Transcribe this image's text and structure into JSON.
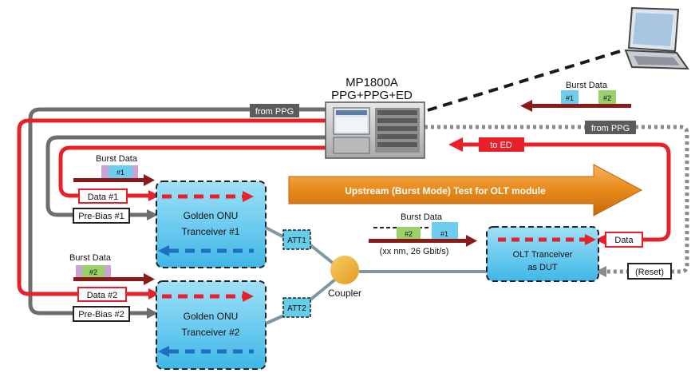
{
  "device": {
    "model": "MP1800A",
    "config": "PPG+PPG+ED"
  },
  "labels": {
    "from_ppg_top": "from PPG",
    "from_ppg_right": "from PPG",
    "to_ed": "to ED",
    "data_1": "Data #1",
    "pre_bias_1": "Pre-Bias #1",
    "data_2": "Data #2",
    "pre_bias_2": "Pre-Bias #2",
    "data_out": "Data",
    "reset": "(Reset)"
  },
  "burst": {
    "title": "Burst Data",
    "pkt1": "#1",
    "pkt2": "#2",
    "signal_spec": "(xx nm, 26 Gbit/s)"
  },
  "upstream_banner": "Upstream (Burst Mode) Test for OLT module",
  "onu1": {
    "line1": "Golden ONU",
    "line2": "Tranceiver #1"
  },
  "onu2": {
    "line1": "Golden ONU",
    "line2": "Tranceiver #2"
  },
  "att1": "ATT1",
  "att2": "ATT2",
  "coupler": "Coupler",
  "olt": {
    "line1": "OLT Tranceiver",
    "line2": "as DUT"
  },
  "colors": {
    "red": "#e8202a",
    "gray_line": "#6e6e6e",
    "dark_red": "#8b1a1a",
    "onu_fill": "#5cc7ee",
    "att_fill": "#66cde8",
    "coupler": "#f2b63a",
    "orange_arrow": "#e88a1a",
    "pkt1": "#6fcdf0",
    "pkt2": "#9ad16a",
    "fiber": "#7e97a3"
  }
}
